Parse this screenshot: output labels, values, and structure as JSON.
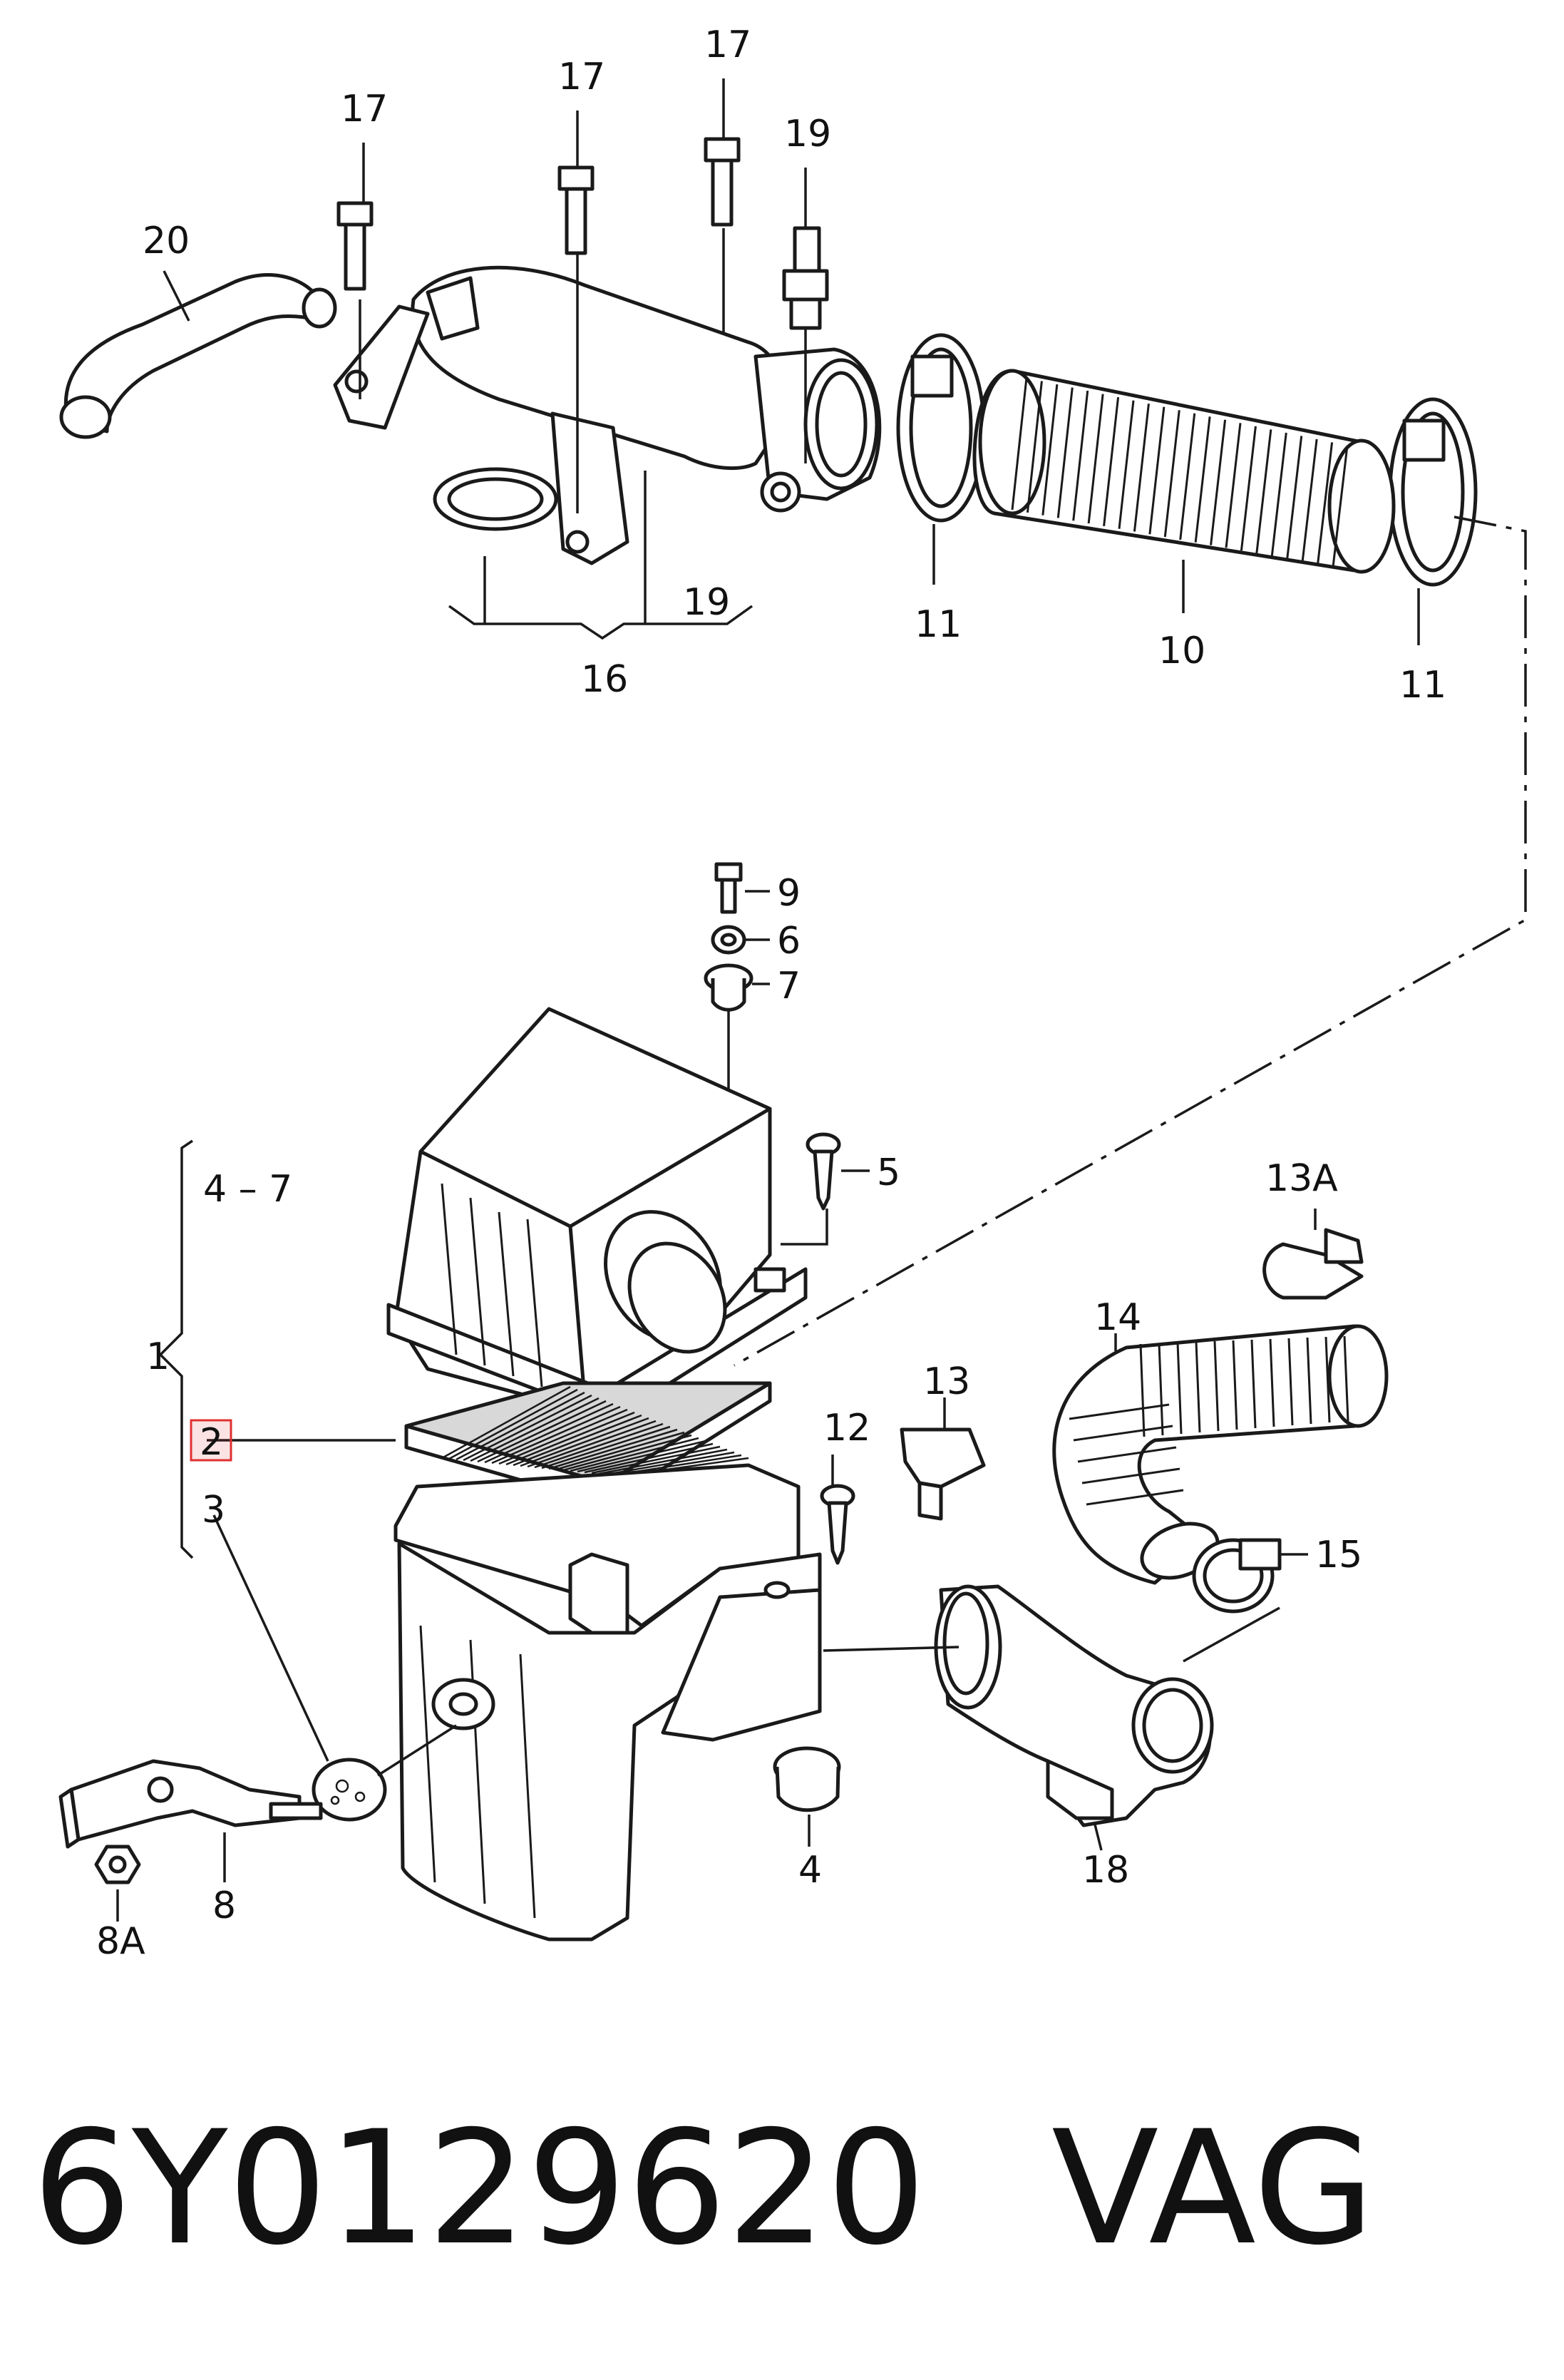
{
  "callouts": {
    "c1": "1",
    "c2": "2",
    "c3": "3",
    "c4": "4",
    "c4_7": "4 – 7",
    "c5": "5",
    "c6": "6",
    "c7": "7",
    "c8": "8",
    "c8a": "8A",
    "c9": "9",
    "c10": "10",
    "c11a": "11",
    "c11b": "11",
    "c12": "12",
    "c13": "13",
    "c13a": "13A",
    "c14": "14",
    "c15": "15",
    "c16": "16",
    "c17a": "17",
    "c17b": "17",
    "c17c": "17",
    "c18": "18",
    "c19a": "19",
    "c19b": "19",
    "c20": "20"
  },
  "highlighted_callout": "2",
  "highlight_color": "#e03030",
  "footer": {
    "part_number": "6Y0129620",
    "brand": "VAG"
  }
}
